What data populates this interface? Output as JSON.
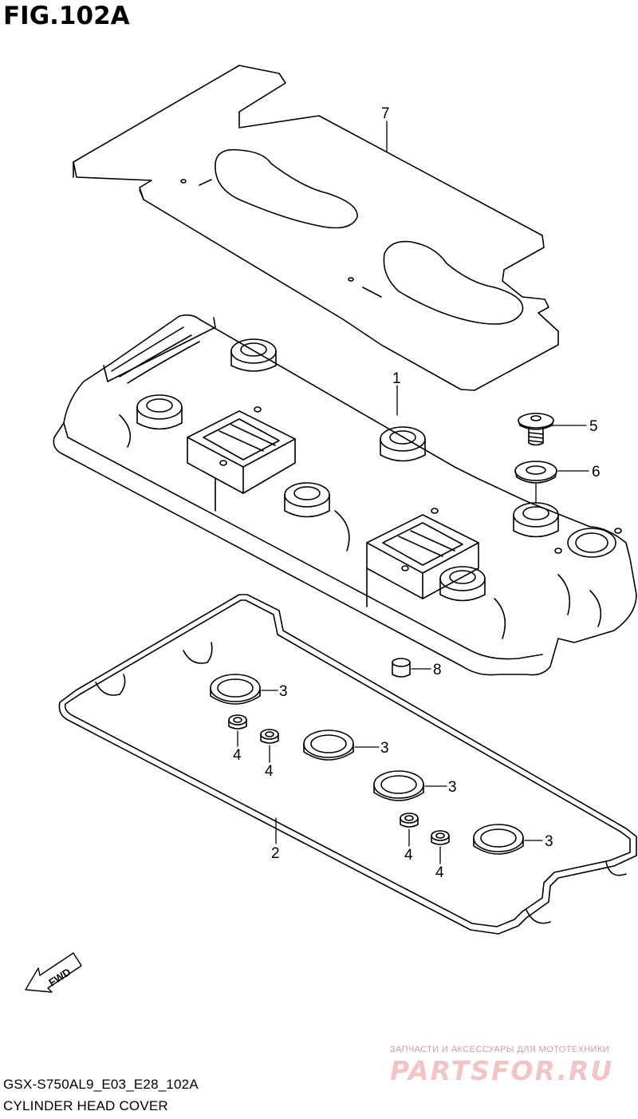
{
  "figure": {
    "title": "FIG.102A",
    "code": "GSX-S750AL9_E03_E28_102A",
    "name": "CYLINDER HEAD COVER",
    "fwd_label": "FWD"
  },
  "callouts": [
    {
      "id": "c7",
      "label": "7"
    },
    {
      "id": "c1",
      "label": "1"
    },
    {
      "id": "c5",
      "label": "5"
    },
    {
      "id": "c6",
      "label": "6"
    },
    {
      "id": "c8",
      "label": "8"
    },
    {
      "id": "c3a",
      "label": "3"
    },
    {
      "id": "c3b",
      "label": "3"
    },
    {
      "id": "c3c",
      "label": "3"
    },
    {
      "id": "c3d",
      "label": "3"
    },
    {
      "id": "c4a",
      "label": "4"
    },
    {
      "id": "c4b",
      "label": "4"
    },
    {
      "id": "c4c",
      "label": "4"
    },
    {
      "id": "c4d",
      "label": "4"
    },
    {
      "id": "c2",
      "label": "2"
    }
  ],
  "watermark": {
    "small": "ЗАПЧАСТИ И АКСЕССУАРЫ ДЛЯ МОТОТЕХНИКИ",
    "brand": "PARTSFOR.RU"
  }
}
